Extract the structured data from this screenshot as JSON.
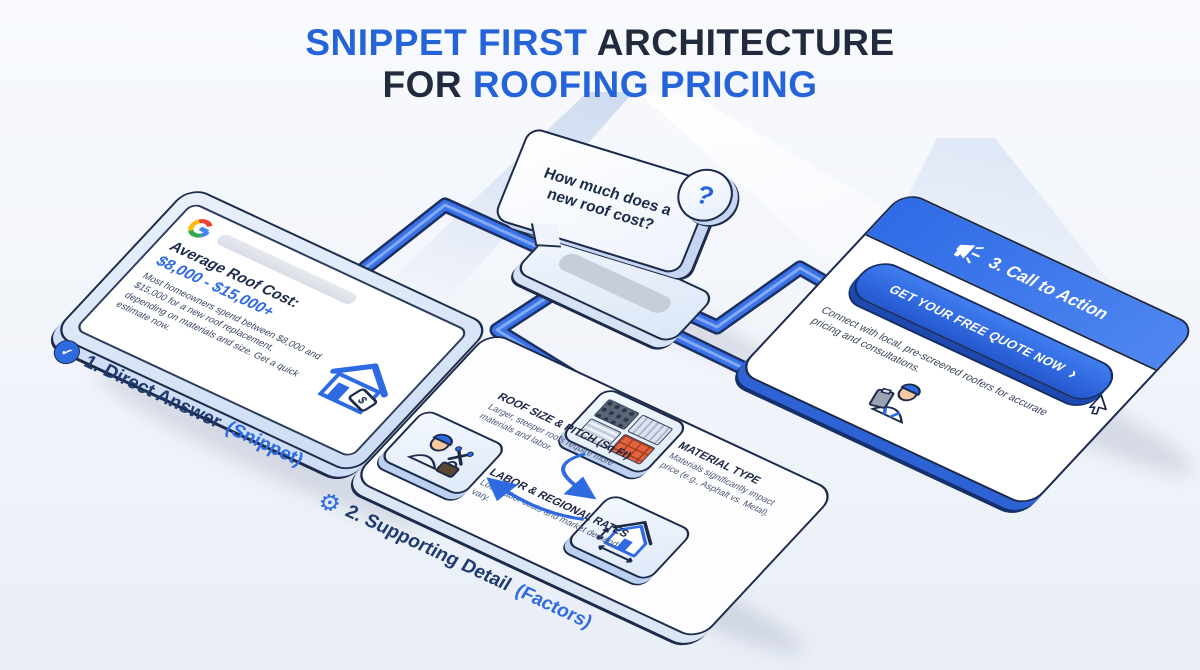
{
  "title": {
    "line1_accent": "SNIPPET FIRST",
    "line1_rest": " ARCHITECTURE",
    "line2_rest": "FOR ",
    "line2_accent": "ROOFING PRICING"
  },
  "question_bubble": {
    "text": "How much does a new roof cost?",
    "mark": "?"
  },
  "snippet_card": {
    "search_engine_letter": "G",
    "headline": "Average Roof Cost:",
    "price_range": "$8,000 - $15,000+",
    "body": "Most homeowners spend between $8,000 and $15,000 for a new roof replacement, depending on materials and size. Get a quick estimate now.",
    "label_number": "1. Direct Answer",
    "label_suffix": "(Snippet)",
    "check_mark": "✓"
  },
  "factors_card": {
    "label_number": "2. Supporting Detail",
    "label_suffix": "(Factors)",
    "gear_glyph": "⚙",
    "factors": [
      {
        "title": "MATERIAL TYPE",
        "desc": "Materials significantly impact price (e.g., Asphalt vs. Metal)."
      },
      {
        "title": "ROOF SIZE & PITCH (Sq Ft)",
        "desc": "Larger, steeper roofs require more materials and labor."
      },
      {
        "title": "LABOR & REGIONAL RATES",
        "desc": "Local labor costs and market demand vary."
      }
    ]
  },
  "cta_card": {
    "header": "3. Call to Action",
    "button_label": "GET YOUR FREE QUOTE NOW",
    "button_chevron": "›",
    "body": "Connect with local, pre-screened roofers for accurate pricing and consultations."
  },
  "colors": {
    "accent_blue": "#2563d8",
    "navy": "#1c2b4a",
    "connector_blue": "#3a72e8",
    "price_blue": "#2f6ae5",
    "cta_header_blue": "#2e6be5"
  }
}
